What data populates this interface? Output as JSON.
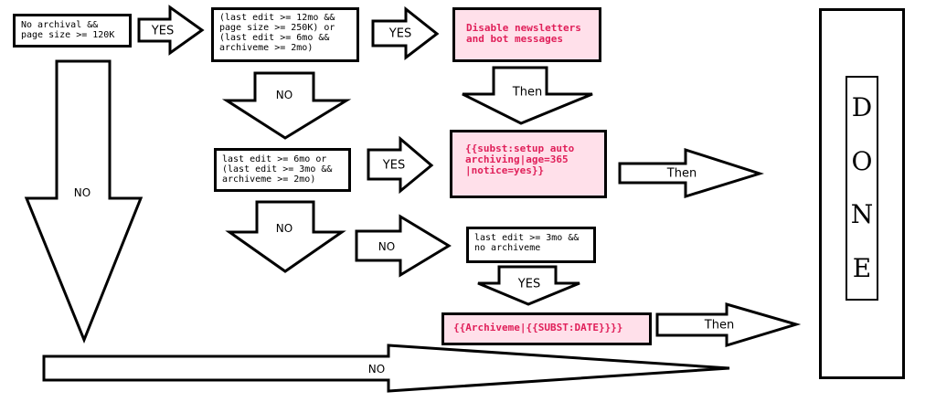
{
  "boxes": {
    "no_archival": "No archival &&\npage size >= 120K",
    "cond_12mo": "(last edit >= 12mo &&\npage size >= 250K) or\n(last edit >= 6mo &&\narchiveme >= 2mo)",
    "disable_newsletters": "Disable newsletters\nand bot messages",
    "cond_6mo": "last edit >= 6mo or\n(last edit >= 3mo &&\narchiveme >= 2mo)",
    "setup_auto": "{{subst:setup auto\narchiving|age=365\n|notice=yes}}",
    "cond_3mo": "last edit >= 3mo &&\nno archiveme",
    "archiveme": "{{Archiveme|{{SUBST:DATE}}}}"
  },
  "arrows": {
    "yes_1": "YES",
    "yes_2": "YES",
    "then_1": "Then",
    "no_1": "NO",
    "no_big": "NO",
    "yes_3": "YES",
    "then_2": "Then",
    "no_2": "NO",
    "no_3": "NO",
    "yes_4": "YES",
    "then_3": "Then",
    "no_bottom": "NO"
  },
  "done": [
    "D",
    "O",
    "N",
    "E"
  ]
}
